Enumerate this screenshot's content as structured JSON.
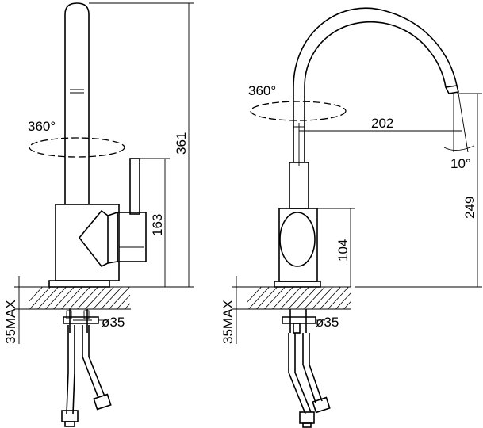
{
  "left_view": {
    "swivel_label": "360°",
    "height_total": "361",
    "height_handle": "163",
    "mount_depth": "35MAX",
    "hole_diameter": "ø35"
  },
  "right_view": {
    "swivel_label": "360°",
    "reach": "202",
    "spout_angle": "10°",
    "height_spout": "249",
    "height_body": "104",
    "mount_depth": "35MAX",
    "hole_diameter": "ø35"
  }
}
